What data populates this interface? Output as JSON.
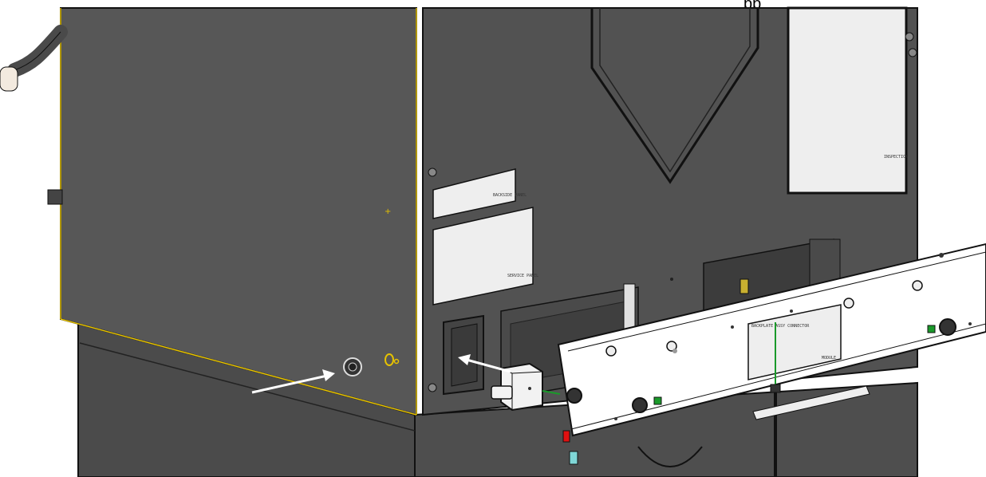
{
  "figure": {
    "top_text_fragment": "pp",
    "colors": {
      "cabinet": "#555555",
      "cabinet_dark": "#4b4b4b",
      "edge_highlight": "#e6c200",
      "outline": "#111111",
      "plate": "#ffffff",
      "label_panel": "#eeeeee",
      "arrow": "#ffffff",
      "indicator_red": "#e01010",
      "indicator_green": "#1a9a2a",
      "indicator_cyan": "#7fd6d6"
    },
    "icons": [
      "sensor-fitting-icon",
      "sensor-bracket-icon",
      "arrow-icon",
      "fitting-icon",
      "bolt-icon"
    ],
    "labels": {
      "cabinet_label_upper": "BACKSIDE PANEL",
      "cabinet_label_lower": "SERVICE PANEL",
      "window_label": "INSPECTION",
      "plate_label_top": "BACKPLATE ASSY CONNECTOR",
      "plate_label_bottom": "MODULE"
    }
  }
}
